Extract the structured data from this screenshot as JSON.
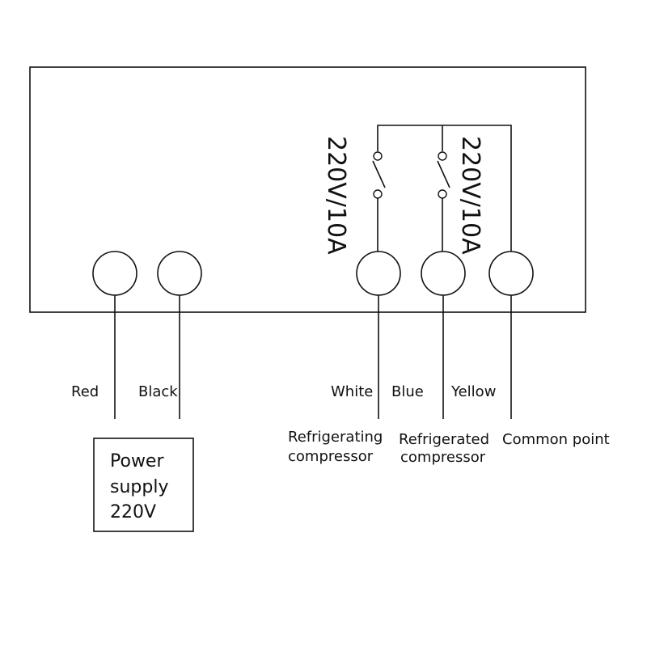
{
  "relay_ratings": [
    "220V/10A",
    "220V/10A"
  ],
  "wires": {
    "red": "Red",
    "black": "Black",
    "white": "White",
    "blue": "Blue",
    "yellow": "Yellow"
  },
  "connections": {
    "refrigerating_compressor": [
      "Refrigerating",
      "compressor"
    ],
    "refrigerated_compressor": [
      "Refrigerated",
      "compressor"
    ],
    "common_point": "Common point"
  },
  "power_supply": [
    "Power",
    "supply",
    "220V"
  ]
}
